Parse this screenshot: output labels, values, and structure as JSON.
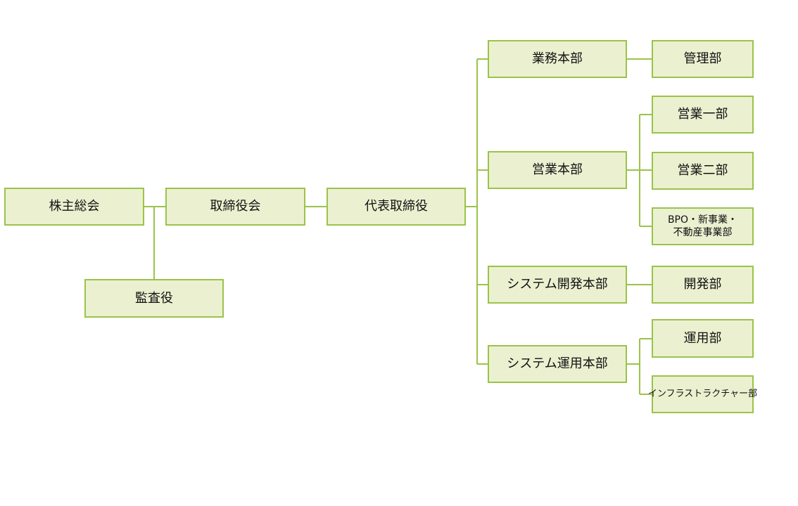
{
  "colors": {
    "box_fill": "#ebf1d0",
    "box_border": "#9bc34a",
    "connector": "#9bc34a"
  },
  "nodes": {
    "shareholders": "株主総会",
    "board": "取締役会",
    "auditor": "監査役",
    "president": "代表取締役",
    "business_hq": "業務本部",
    "admin_dept": "管理部",
    "sales_hq": "営業本部",
    "sales_1": "営業一部",
    "sales_2": "営業二部",
    "bpo_line1": "BPO・新事業・",
    "bpo_line2": "不動産事業部",
    "sysdev_hq": "システム開発本部",
    "dev_dept": "開発部",
    "sysops_hq": "システム運用本部",
    "ops_dept": "運用部",
    "infra_dept": "インフラストラクチャー部"
  }
}
